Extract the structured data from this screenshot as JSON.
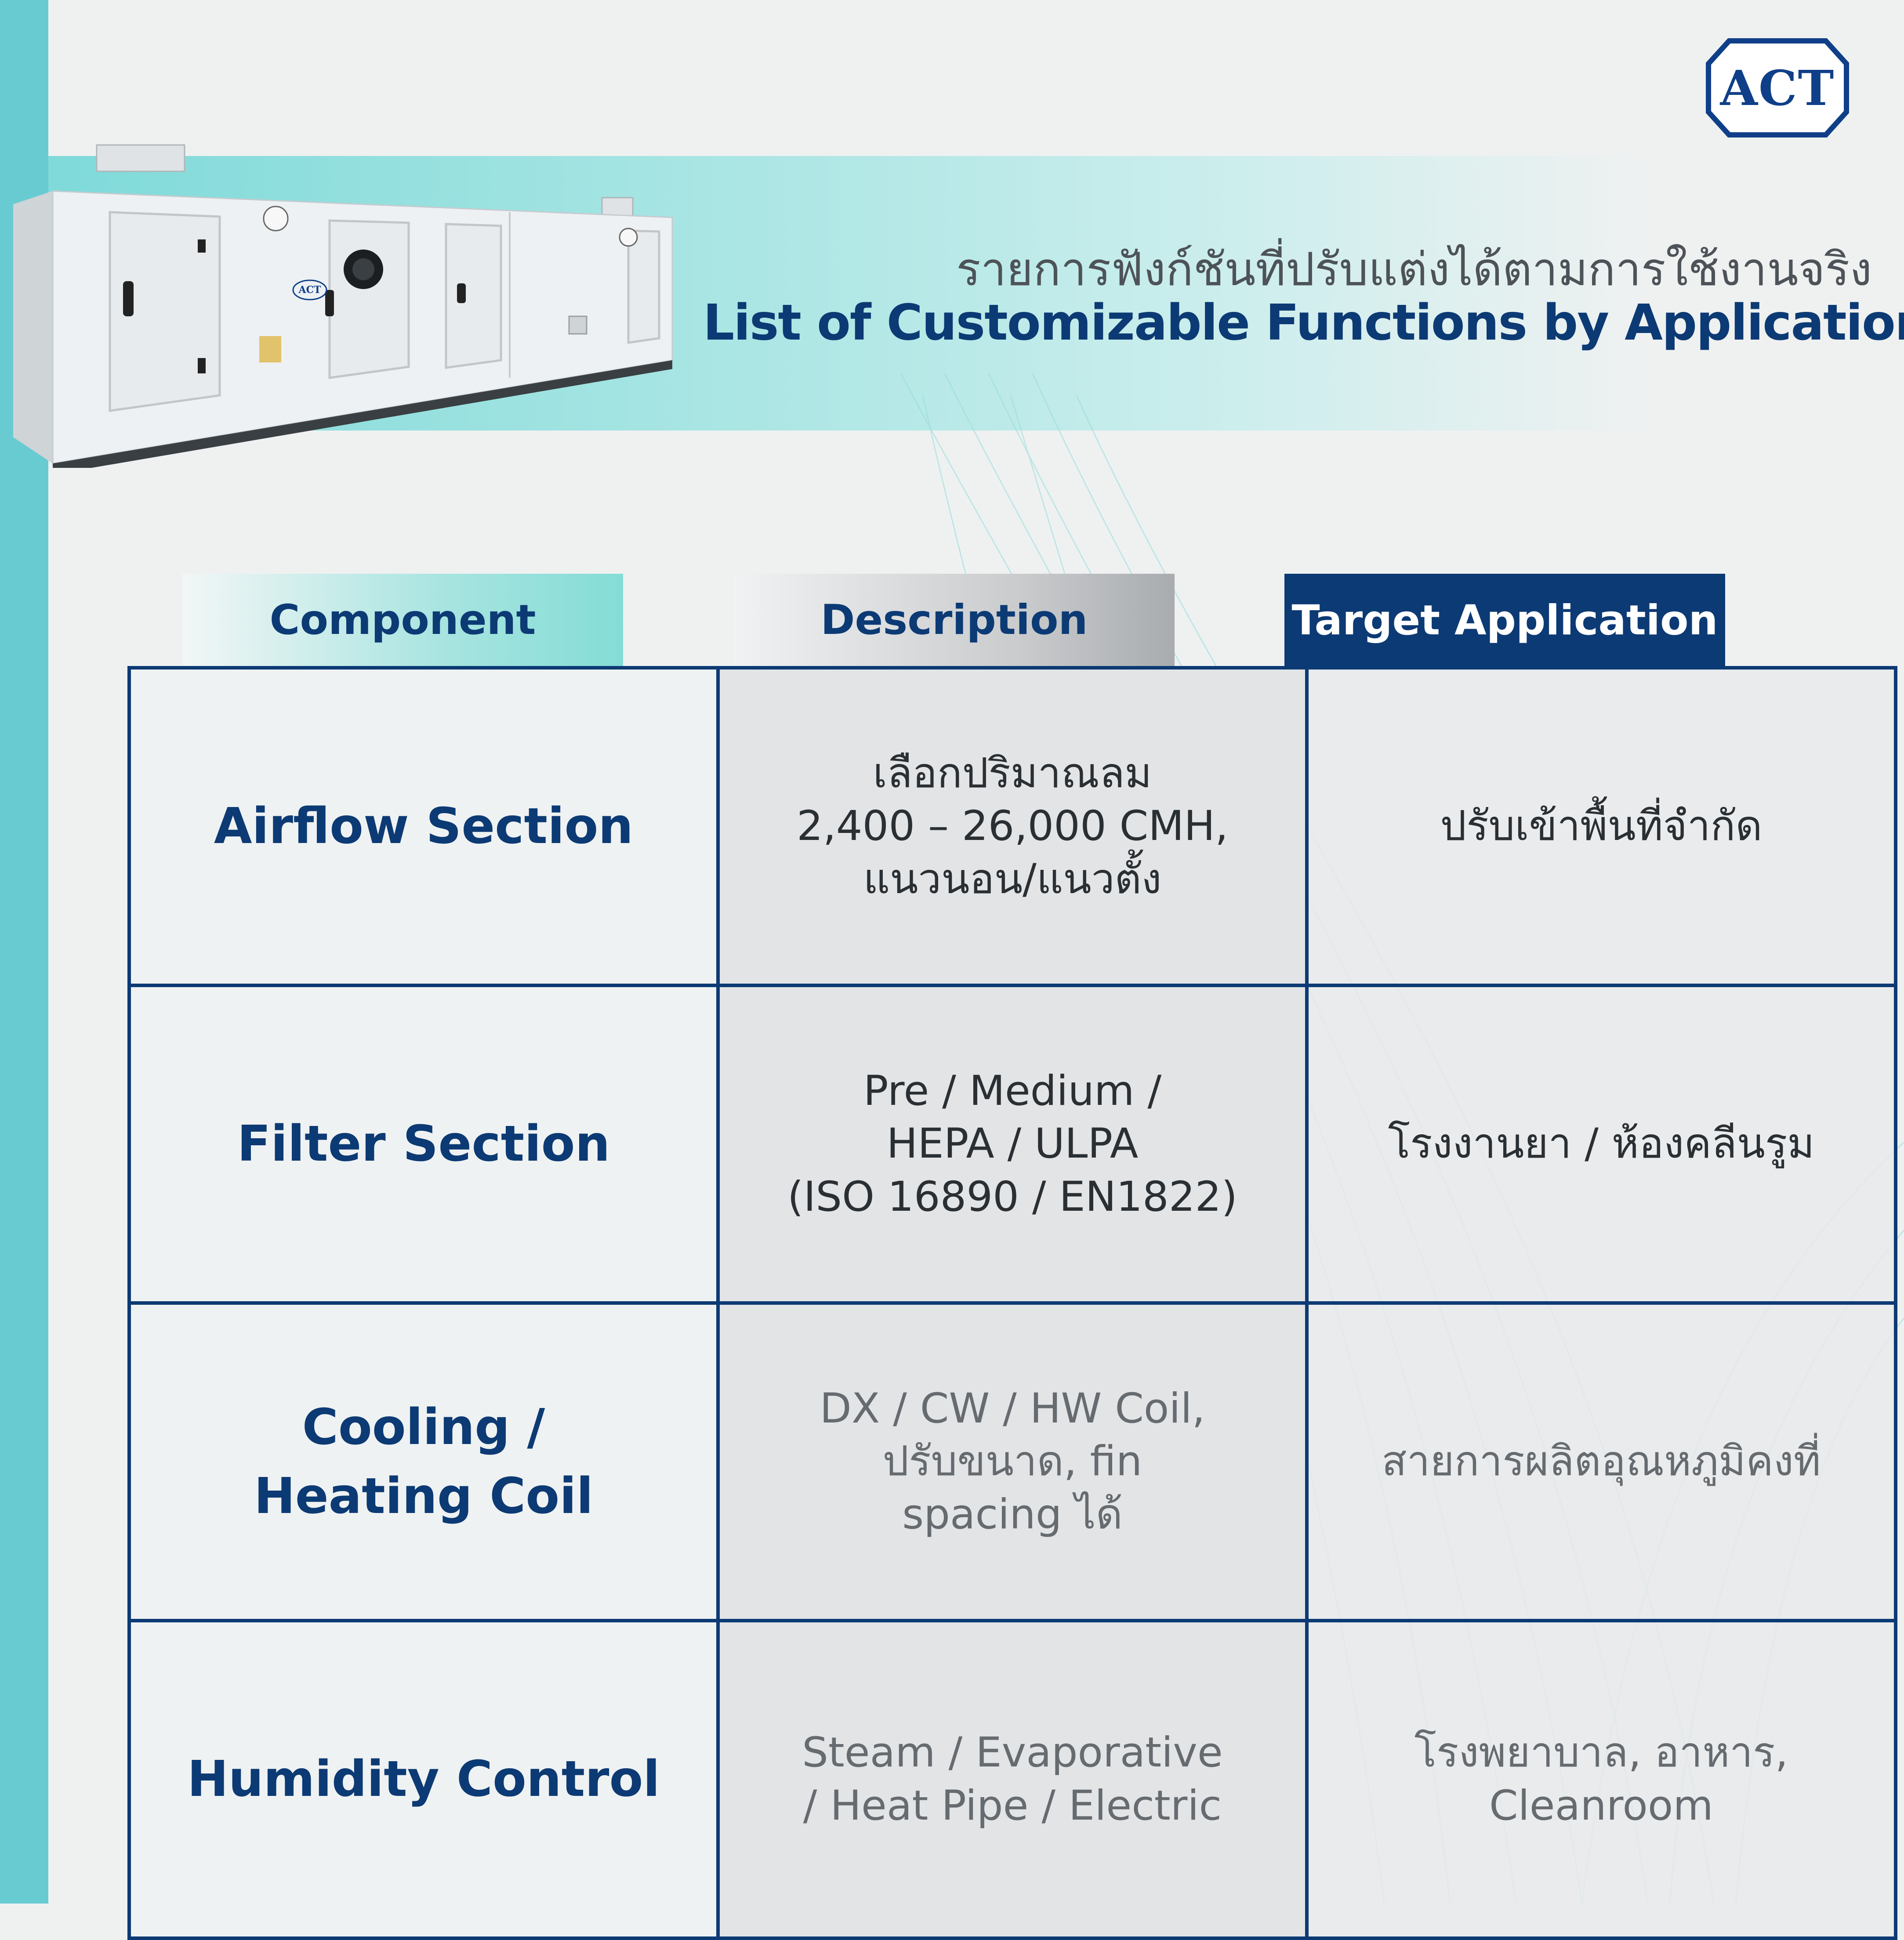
{
  "brand": {
    "logo_text": "ACT",
    "primary_color": "#0c3a74",
    "accent_color": "#68cbd1"
  },
  "title": {
    "thai": "รายการฟังก์ชันที่ปรับแต่งได้ตามการใช้งานจริง",
    "english": "List of Customizable Functions by Application"
  },
  "table": {
    "headers": [
      "Component",
      "Description",
      "Target Application"
    ],
    "rows": [
      {
        "component": [
          "Airflow Section"
        ],
        "description": [
          "เลือกปริมาณลม",
          "2,400 – 26,000 CMH,",
          "แนวนอน/แนวตั้ง"
        ],
        "target": [
          "ปรับเข้าพื้นที่จำกัด"
        ]
      },
      {
        "component": [
          "Filter Section"
        ],
        "description": [
          "Pre / Medium /",
          "HEPA / ULPA",
          "(ISO 16890 / EN1822)"
        ],
        "target": [
          "โรงงานยา / ห้องคลีนรูม"
        ]
      },
      {
        "component": [
          "Cooling /",
          "Heating Coil"
        ],
        "description": [
          "DX / CW / HW Coil,",
          "ปรับขนาด, fin",
          "spacing ได้"
        ],
        "target": [
          "สายการผลิตอุณหภูมิคงที่"
        ]
      },
      {
        "component": [
          "Humidity Control"
        ],
        "description": [
          "Steam / Evaporative",
          "/ Heat Pipe / Electric"
        ],
        "target": [
          "โรงพยาบาล, อาหาร,",
          "Cleanroom"
        ]
      }
    ]
  }
}
